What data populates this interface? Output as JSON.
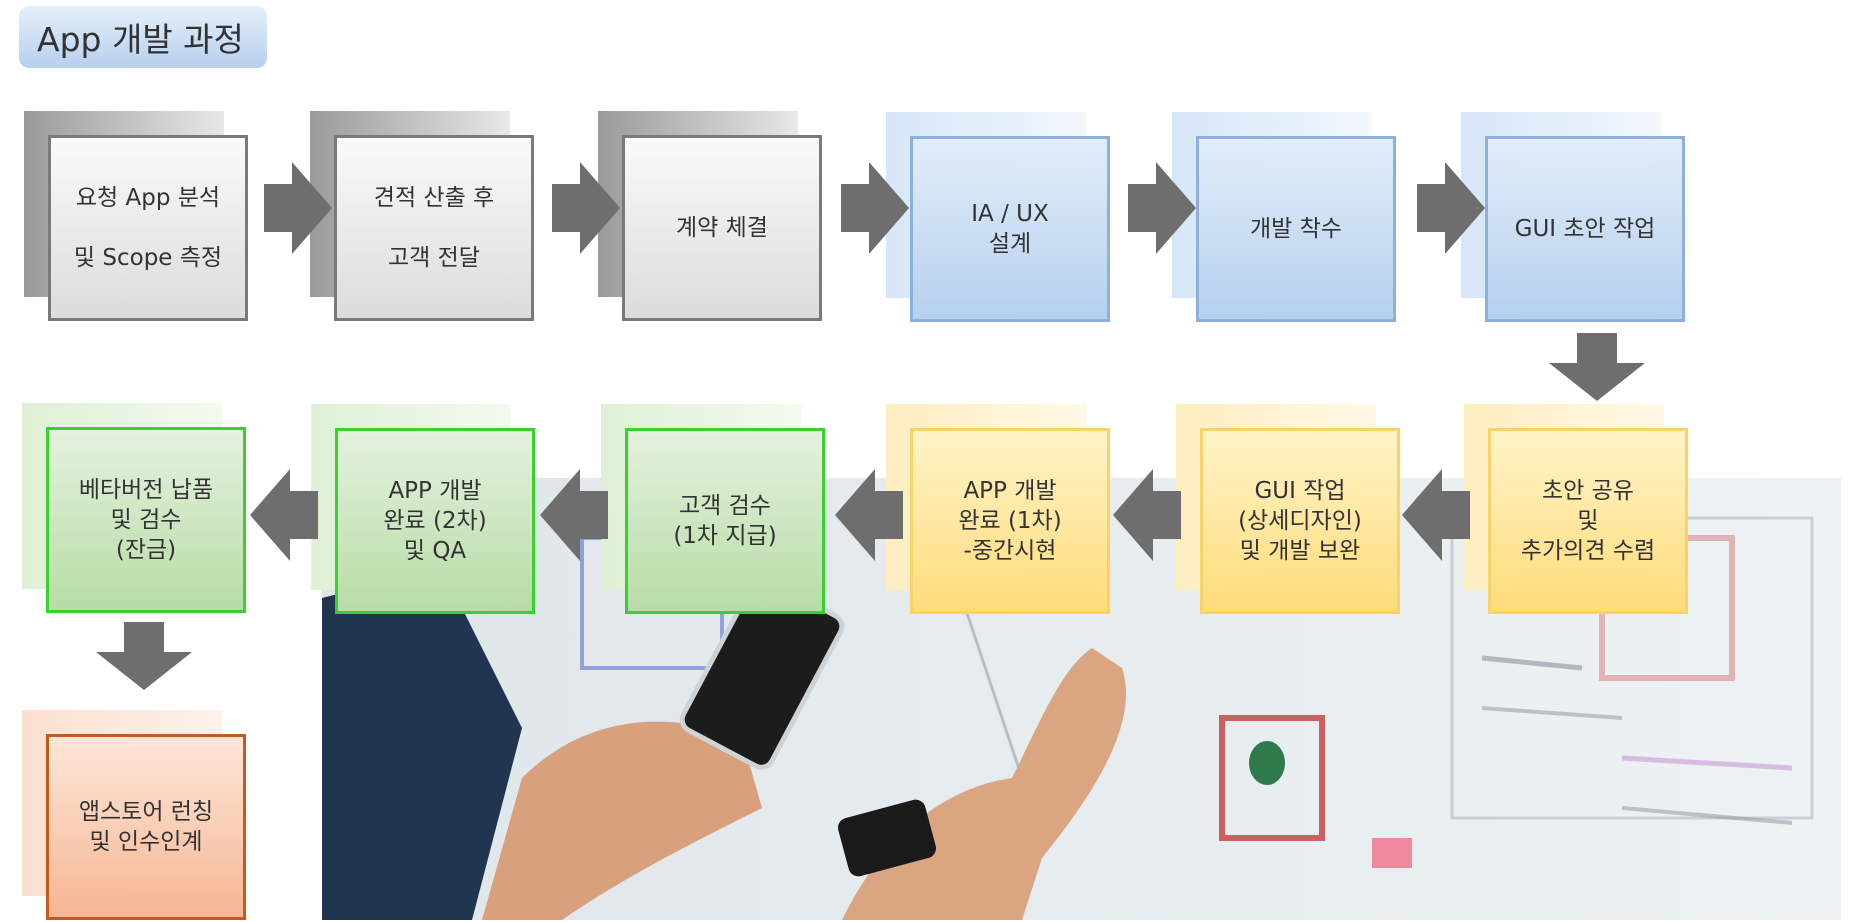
{
  "title": "App 개발 과정",
  "stages": [
    {
      "id": "s1",
      "label": "요청 App 분석\n\n및 Scope 측정",
      "color": "gray"
    },
    {
      "id": "s2",
      "label": "견적 산출 후\n\n고객 전달",
      "color": "gray"
    },
    {
      "id": "s3",
      "label": "계약 체결",
      "color": "gray"
    },
    {
      "id": "s4",
      "label": "IA / UX\n설계",
      "color": "blue"
    },
    {
      "id": "s5",
      "label": "개발 착수",
      "color": "blue"
    },
    {
      "id": "s6",
      "label": "GUI 초안 작업",
      "color": "blue"
    },
    {
      "id": "s7",
      "label": "초안 공유\n및\n추가의견 수렴",
      "color": "yellow"
    },
    {
      "id": "s8",
      "label": "GUI 작업\n(상세디자인)\n및 개발 보완",
      "color": "yellow"
    },
    {
      "id": "s9",
      "label": "APP 개발\n완료 (1차)\n-중간시현",
      "color": "yellow"
    },
    {
      "id": "s10",
      "label": "고객 검수\n(1차 지급)",
      "color": "green"
    },
    {
      "id": "s11",
      "label": "APP 개발\n완료 (2차)\n및 QA",
      "color": "green"
    },
    {
      "id": "s12",
      "label": "베타버전 납품\n및 검수\n(잔금)",
      "color": "green"
    },
    {
      "id": "s13",
      "label": "앱스토어 런칭\n및 인수인계",
      "color": "orange"
    }
  ],
  "arrows": [
    {
      "from": "s1",
      "to": "s2",
      "direction": "right"
    },
    {
      "from": "s2",
      "to": "s3",
      "direction": "right"
    },
    {
      "from": "s3",
      "to": "s4",
      "direction": "right"
    },
    {
      "from": "s4",
      "to": "s5",
      "direction": "right"
    },
    {
      "from": "s5",
      "to": "s6",
      "direction": "right"
    },
    {
      "from": "s6",
      "to": "s7",
      "direction": "down"
    },
    {
      "from": "s7",
      "to": "s8",
      "direction": "left"
    },
    {
      "from": "s8",
      "to": "s9",
      "direction": "left"
    },
    {
      "from": "s9",
      "to": "s10",
      "direction": "left"
    },
    {
      "from": "s10",
      "to": "s11",
      "direction": "left"
    },
    {
      "from": "s11",
      "to": "s12",
      "direction": "left"
    },
    {
      "from": "s12",
      "to": "s13",
      "direction": "down"
    }
  ],
  "colors": {
    "arrow": "#6e6e6e",
    "gray_border": "#7a7a7a",
    "blue_border": "#8fb0dc",
    "yellow_border": "#f7d36a",
    "green_border": "#3ad12f",
    "orange_border": "#c55a1d"
  }
}
